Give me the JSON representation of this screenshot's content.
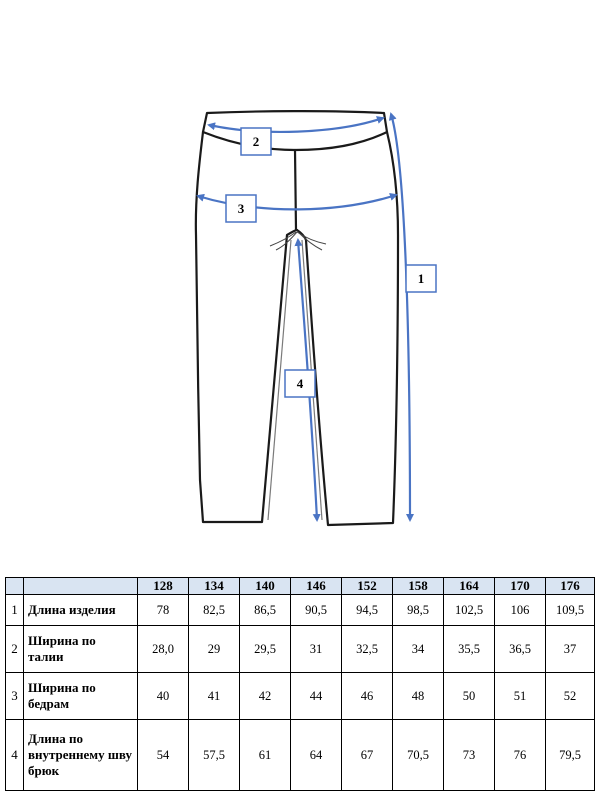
{
  "diagram": {
    "labels": [
      "1",
      "2",
      "3",
      "4"
    ],
    "pants_outline_color": "#1a1a1a",
    "arrow_color": "#4a74c4"
  },
  "table": {
    "header_bg": "#d9e4f2",
    "sizes": [
      "128",
      "134",
      "140",
      "146",
      "152",
      "158",
      "164",
      "170",
      "176"
    ],
    "rows": [
      {
        "num": "1",
        "name": "Длина изделия",
        "values": [
          "78",
          "82,5",
          "86,5",
          "90,5",
          "94,5",
          "98,5",
          "102,5",
          "106",
          "109,5"
        ]
      },
      {
        "num": "2",
        "name": "Ширина по талии",
        "values": [
          "28,0",
          "29",
          "29,5",
          "31",
          "32,5",
          "34",
          "35,5",
          "36,5",
          "37"
        ]
      },
      {
        "num": "3",
        "name": "Ширина по бедрам",
        "values": [
          "40",
          "41",
          "42",
          "44",
          "46",
          "48",
          "50",
          "51",
          "52"
        ]
      },
      {
        "num": "4",
        "name": "Длина по внутреннему шву брюк",
        "values": [
          "54",
          "57,5",
          "61",
          "64",
          "67",
          "70,5",
          "73",
          "76",
          "79,5"
        ]
      }
    ]
  }
}
